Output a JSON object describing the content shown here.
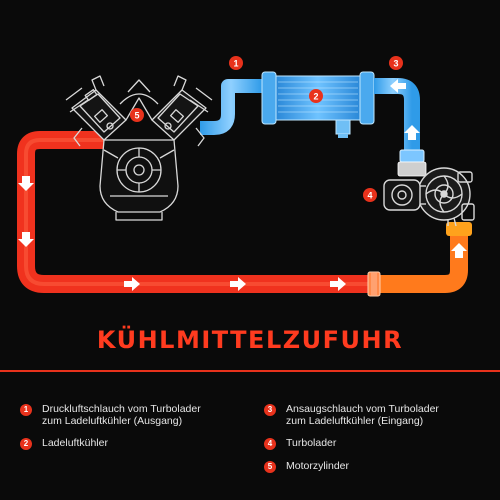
{
  "title": "KÜHLMITTELZUFUHR",
  "colors": {
    "background": "#0a0a0a",
    "accent_red": "#e8321c",
    "hot_pipe": "#f0321e",
    "warm_pipe": "#ff7a1c",
    "cool_pipe": "#2f9be8",
    "cool_pipe_light": "#8fd0ff",
    "line_art": "#d9d9d9"
  },
  "diagram": {
    "markers": [
      {
        "number": "1"
      },
      {
        "number": "2"
      },
      {
        "number": "3"
      },
      {
        "number": "4"
      },
      {
        "number": "5"
      }
    ],
    "components": {
      "engine_icon": "v-engine-line-art",
      "intercooler_icon": "intercooler-core",
      "turbo_icon": "turbocharger-line-art"
    }
  },
  "legend": [
    {
      "number": "1",
      "text": "Druckluftschlauch vom Turbolader\nzum Ladeluftkühler (Ausgang)"
    },
    {
      "number": "2",
      "text": "Ladeluftkühler"
    },
    {
      "number": "3",
      "text": "Ansaugschlauch vom Turbolader\nzum Ladeluftkühler (Eingang)"
    },
    {
      "number": "4",
      "text": "Turbolader"
    },
    {
      "number": "5",
      "text": "Motorzylinder"
    }
  ]
}
